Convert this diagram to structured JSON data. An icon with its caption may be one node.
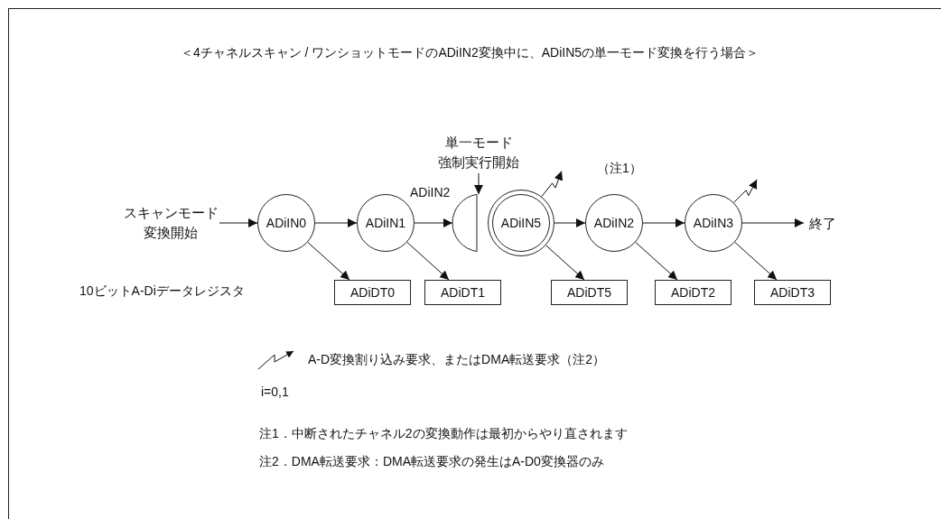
{
  "diagram": {
    "title": "＜4チャネルスキャン / ワンショットモードのADiIN2変換中に、ADiIN5の単一モード変換を行う場合＞",
    "nodes": [
      {
        "text": [
          "スキャンモード変換開始"
        ]
      },
      {
        "text": [
          "ADiIN0"
        ]
      },
      {
        "text": [
          "ADiIN1"
        ]
      },
      {
        "text": [
          "ADiIN2"
        ]
      },
      {
        "text": [
          "ADiIN5"
        ]
      },
      {
        "text": [
          "ADiIN2"
        ],
        "beside": [
          "（注1）"
        ]
      },
      {
        "text": [
          "ADiIN3"
        ]
      },
      {
        "text": [
          "終了"
        ]
      },
      {
        "text": [
          "単一モード",
          "強制実行開始"
        ]
      },
      {
        "text": [
          "ADiDT0"
        ]
      },
      {
        "text": [
          "ADiDT1"
        ]
      },
      {
        "text": [
          "ADiDT5"
        ]
      },
      {
        "text": [
          "ADiDT2"
        ]
      },
      {
        "text": [
          "ADiDT3"
        ]
      }
    ],
    "edges": [
      {
        "from": 0,
        "to": 1,
        "arrow": "to"
      },
      {
        "from": 1,
        "to": 2,
        "arrow": "to"
      },
      {
        "from": 2,
        "to": 3,
        "arrow": "to"
      },
      {
        "from": 4,
        "to": 5,
        "arrow": "to"
      },
      {
        "from": 5,
        "to": 6,
        "arrow": "to"
      },
      {
        "from": 6,
        "to": 7,
        "arrow": "to"
      },
      {
        "from": 8,
        "to": 3,
        "arrow": "to"
      },
      {
        "from": 1,
        "to": 9,
        "arrow": "to"
      },
      {
        "from": 2,
        "to": 10,
        "arrow": "to"
      },
      {
        "from": 4,
        "to": 11,
        "arrow": "to"
      },
      {
        "from": 5,
        "to": 12,
        "arrow": "to"
      },
      {
        "from": 6,
        "to": 13,
        "arrow": "to"
      },
      {
        "from": 4,
        "to": null,
        "arrow": "to"
      },
      {
        "from": 6,
        "to": null,
        "arrow": "to"
      }
    ],
    "labels": [
      "10ビットA-Diデータレジスタ",
      "i=0,1",
      "注1．中断されたチャネル2の変換動作は最初からやり直されます",
      "注2．DMA転送要求：DMA転送要求の発生はA-D0変換器のみ"
    ],
    "legend": [
      {
        "text": "A-D変換割り込み要求、またはDMA転送要求（注2）"
      }
    ]
  }
}
